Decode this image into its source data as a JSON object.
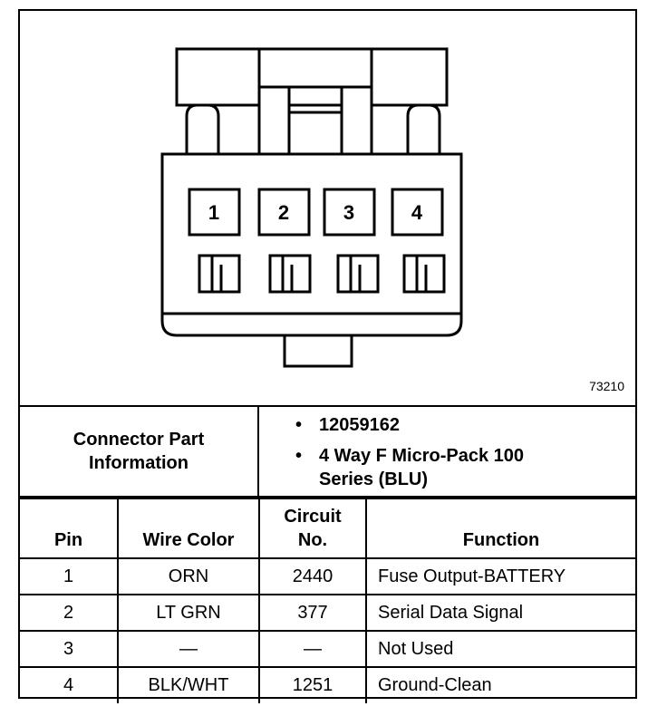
{
  "drawing": {
    "id": "73210",
    "cavities": [
      "1",
      "2",
      "3",
      "4"
    ]
  },
  "connector_info": {
    "label": "Connector Part Information",
    "items": [
      "12059162",
      "4 Way F Micro-Pack 100 Series (BLU)"
    ]
  },
  "table": {
    "headers": {
      "pin": "Pin",
      "wire_color": "Wire Color",
      "circuit": "Circuit No.",
      "function": "Function"
    },
    "rows": [
      {
        "pin": "1",
        "wire_color": "ORN",
        "circuit": "2440",
        "function": "Fuse Output-BATTERY"
      },
      {
        "pin": "2",
        "wire_color": "LT GRN",
        "circuit": "377",
        "function": "Serial Data Signal"
      },
      {
        "pin": "3",
        "wire_color": "—",
        "circuit": "—",
        "function": "Not Used"
      },
      {
        "pin": "4",
        "wire_color": "BLK/WHT",
        "circuit": "1251",
        "function": "Ground-Clean"
      }
    ]
  }
}
